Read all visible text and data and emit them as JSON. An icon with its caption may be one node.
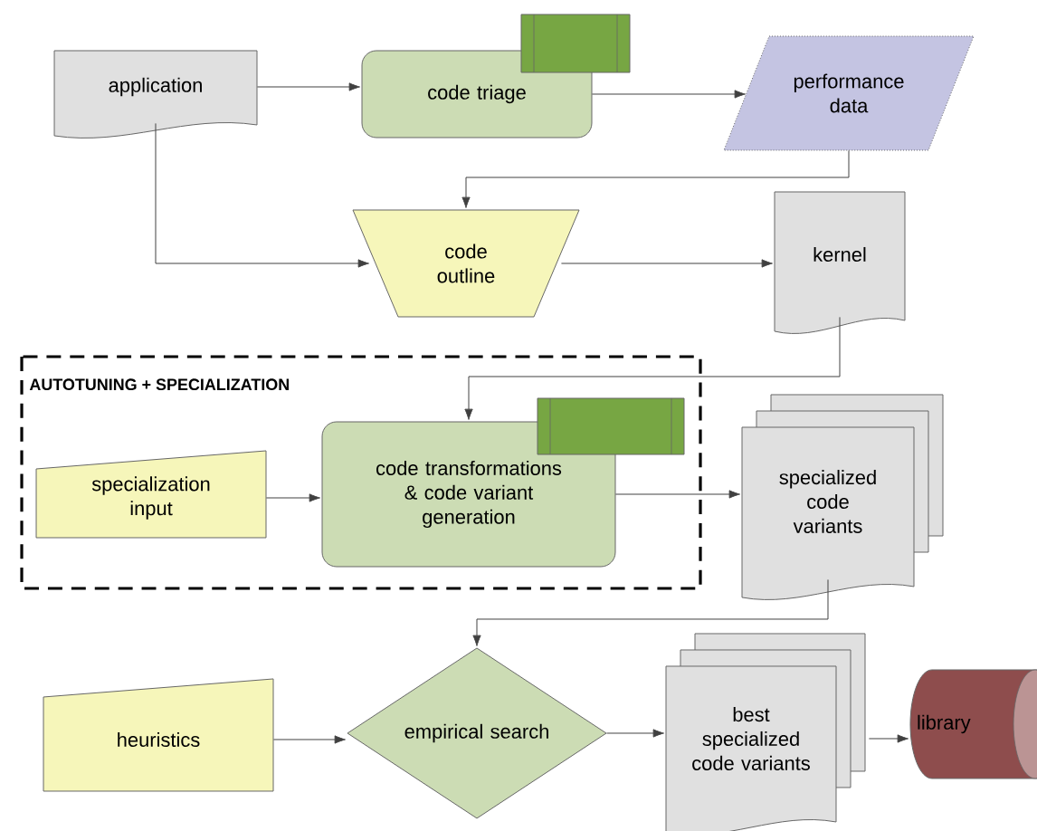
{
  "diagram": {
    "nodes": [
      {
        "text": [
          "application"
        ]
      },
      {
        "text": [
          "code triage"
        ]
      },
      {
        "text": [],
        "shape": "box"
      },
      {
        "text": [
          "performance data"
        ]
      },
      {
        "text": [
          "code outline"
        ]
      },
      {
        "text": [
          "kernel"
        ]
      },
      {
        "text": [
          "AUTOTUNING + SPECIALIZATION"
        ]
      },
      {
        "text": [
          "specialization input"
        ],
        "in": 6
      },
      {
        "text": [
          "code transformations & code variant generation"
        ],
        "in": 6
      },
      {
        "text": [],
        "shape": "box",
        "in": 6
      },
      {
        "text": [
          "specialized code variants"
        ]
      },
      {
        "text": [
          "heuristics"
        ]
      },
      {
        "text": [
          "empirical search"
        ]
      },
      {
        "text": [
          "best specialized code variants"
        ]
      },
      {
        "text": [
          "library"
        ]
      }
    ],
    "edges": [
      {
        "from": 0,
        "to": 1,
        "arrow": "to"
      },
      {
        "from": 1,
        "to": 3,
        "arrow": "to"
      },
      {
        "from": 3,
        "to": 4,
        "arrow": "to"
      },
      {
        "from": 0,
        "to": 4,
        "arrow": "to"
      },
      {
        "from": 4,
        "to": 5,
        "arrow": "to"
      },
      {
        "from": 5,
        "to": 8,
        "arrow": "to"
      },
      {
        "from": 7,
        "to": 8,
        "arrow": "to"
      },
      {
        "from": 8,
        "to": 10,
        "arrow": "to"
      },
      {
        "from": 10,
        "to": 12,
        "arrow": "to"
      },
      {
        "from": 11,
        "to": 12,
        "arrow": "to"
      },
      {
        "from": 12,
        "to": 13,
        "arrow": "to"
      },
      {
        "from": 13,
        "to": 14,
        "arrow": "to"
      }
    ]
  }
}
